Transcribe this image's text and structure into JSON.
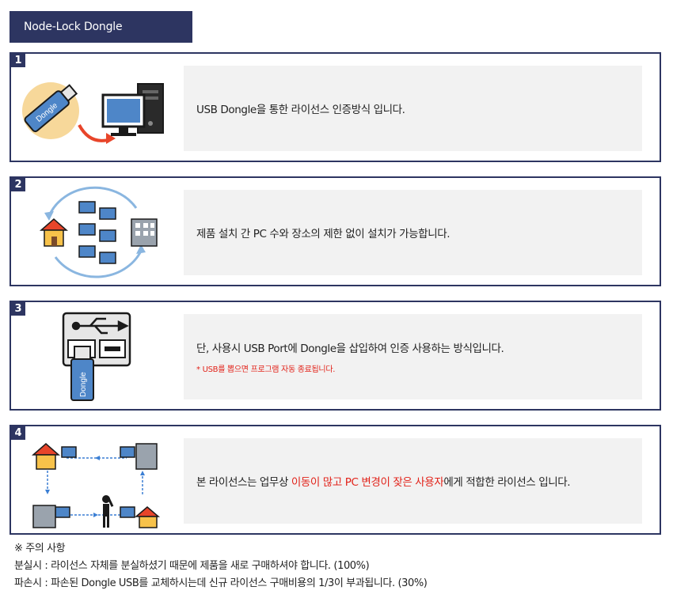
{
  "tab": {
    "label": "Node-Lock Dongle"
  },
  "cards": [
    {
      "number": "1",
      "text": "USB Dongle을 통한 라이선스 인증방식 입니다.",
      "dongle_label": "Dongle"
    },
    {
      "number": "2",
      "text": "제품 설치 간 PC 수와 장소의 제한 없이 설치가 가능합니다."
    },
    {
      "number": "3",
      "text": "단, 사용시 USB Port에 Dongle을 삽입하여 인증 사용하는 방식입니다.",
      "note": "* USB를 뽑으면 프로그램 자동 종료됩니다.",
      "dongle_label": "Dongle"
    },
    {
      "number": "4",
      "text_before": "본 라이선스는 업무상 ",
      "text_highlight": "이동이 많고 PC 변경이 잦은 사용자",
      "text_after": "에게 적합한 라이선스 입니다."
    }
  ],
  "footer": {
    "title": "※ 주의 사항",
    "lines": [
      "분실시 : 라이선스 자체를 분실하셨기 때문에 제품을 새로 구매하셔야 합니다. (100%)",
      "파손시 : 파손된 Dongle USB를 교체하시는데 신규 라이선스 구매비용의 1/3이 부과됩니다. (30%)"
    ]
  },
  "colors": {
    "navy": "#2d3561",
    "highlight": "#e2231a",
    "panel": "#f2f2f2"
  },
  "icons": [
    "usb-dongle-icon",
    "arrow-icon",
    "desktop-computer-icon",
    "house-icon",
    "building-icon",
    "usb-port-icon",
    "person-icon"
  ]
}
